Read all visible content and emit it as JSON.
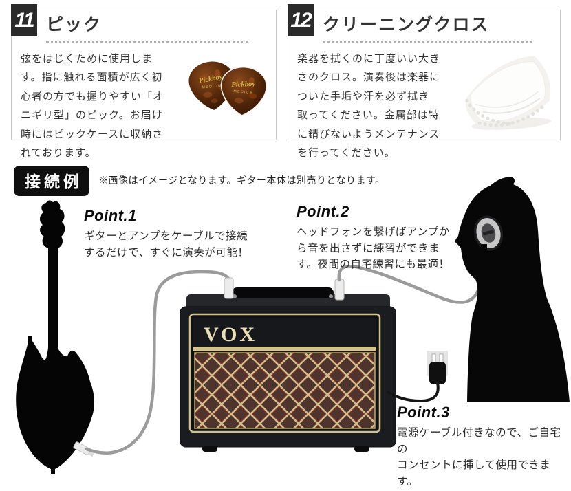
{
  "items": [
    {
      "number": "11",
      "title": "ピック",
      "description": "弦をはじくために使用しま\nす。指に触れる面積が広く初\n心者の方でも握りやすい「オ\nニギリ型」のピック。お届け\n時にはピックケースに収納さ\nれております。",
      "image": {
        "name": "tortoiseshell-guitar-picks",
        "brand_text": "Pickboy",
        "size_text": "MEDIUM"
      }
    },
    {
      "number": "12",
      "title": "クリーニングクロス",
      "description": "楽器を拭くのに丁度いい大き\nさのクロス。演奏後は楽器に\nついた手垢や汗を必ず拭き\n取ってください。金属部は特\nに錆びないようメンテナンス\nを行ってください。",
      "image": {
        "name": "white-cleaning-cloth"
      }
    }
  ],
  "connection": {
    "badge_label": "接続例",
    "note": "※画像はイメージとなります。ギター本体は別売りとなります。",
    "amp_brand": "VOX",
    "points": [
      {
        "label": "Point.1",
        "text": "ギターとアンプをケーブルで接続\nするだけで、すぐに演奏が可能！"
      },
      {
        "label": "Point.2",
        "text": "ヘッドフォンを繋げばアンプか\nら音を出さずに練習ができま\nす。夜間の自宅練習にも最適！"
      },
      {
        "label": "Point.3",
        "text": "電源ケーブル付きなので、ご自宅の\nコンセントに挿して使用できます。"
      }
    ]
  },
  "colors": {
    "number_badge_bg": "#2a2a2b",
    "box_border": "#c9c9c9",
    "body_text": "#333333",
    "connection_badge_bg": "#0f0f0f",
    "amp_body": "#1b1c1f",
    "amp_trim_gold": "#d3c48e",
    "amp_logo_cream": "#e9dfb4",
    "grille_maroon": "#4e342d",
    "grille_red": "#8a2f28",
    "cable_gray": "#9b9b9b",
    "pick_text_gold": "#d8b84a"
  }
}
